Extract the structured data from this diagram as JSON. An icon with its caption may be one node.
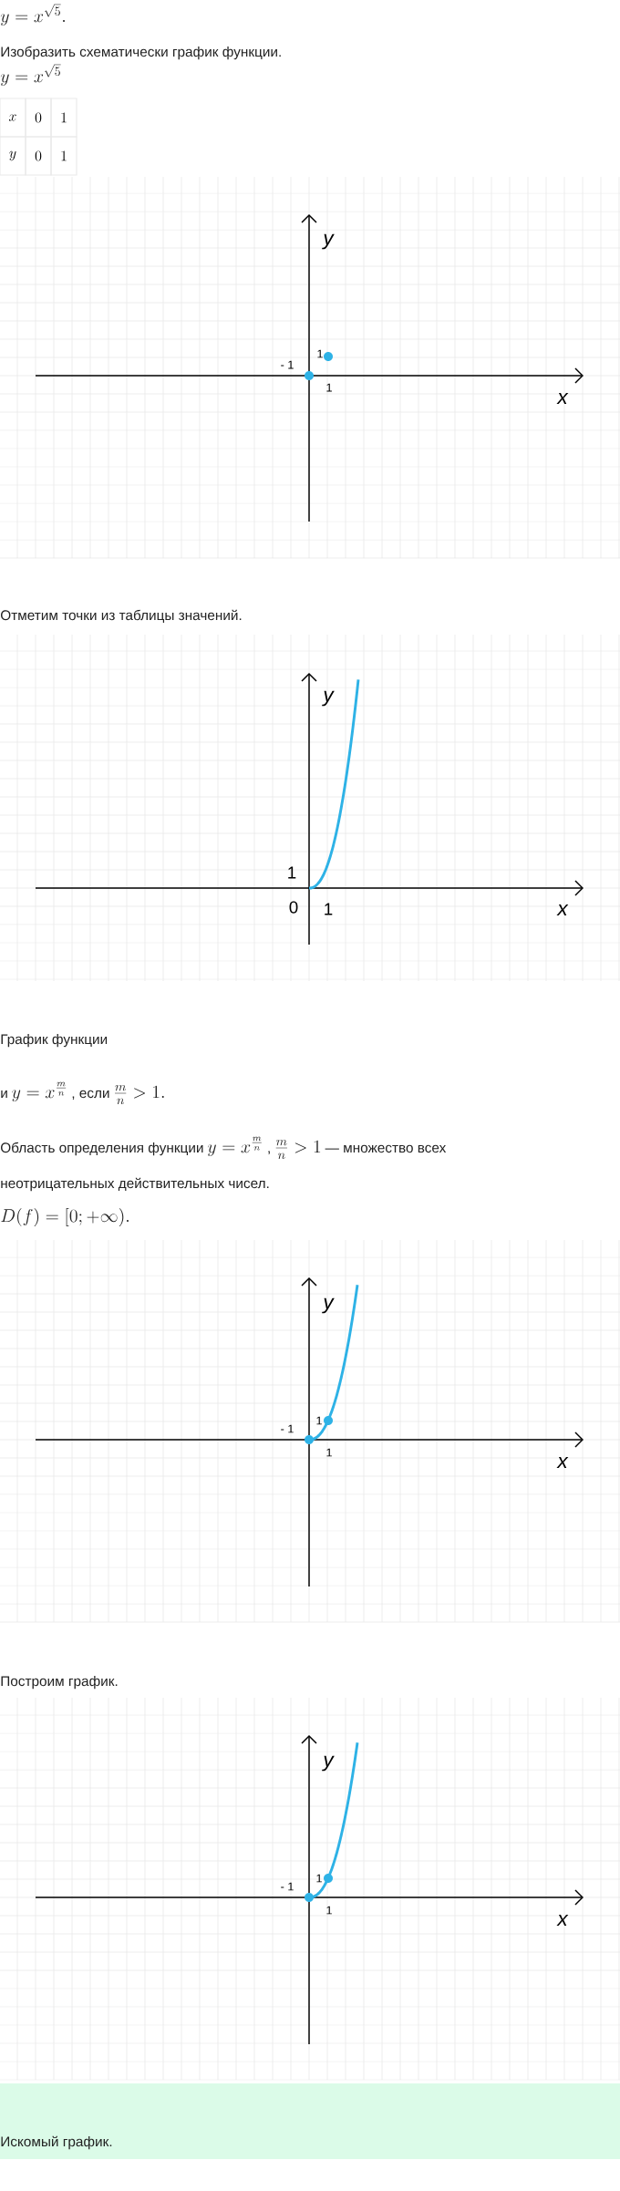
{
  "diagram": {
    "labels": [
      "y = x^{\\sqrt{5}}.",
      "Изобразить схематически график функции.",
      "y = x^{\\sqrt{5}}",
      "x",
      "0",
      "1",
      "y",
      "0",
      "1",
      "y",
      "1",
      "- 1",
      "1",
      "x",
      "Отметим точки из таблицы значений.",
      "y",
      "1",
      "0",
      "1",
      "x",
      "График функции",
      "и",
      "y = x^{\\frac{m}{n}}",
      ", если",
      "\\frac{m}{n} > 1.",
      "Область определения функции",
      "y = x^{\\frac{m}{n}}",
      ",",
      "\\frac{m}{n} > 1",
      "— множество всех",
      "неотрицательных действительных чисел.",
      "D(f) = [0; +\\infty).",
      "y",
      "1",
      "- 1",
      "1",
      "x",
      "Построим график.",
      "y",
      "1",
      "- 1",
      "1",
      "x",
      "Искомый график."
    ]
  }
}
